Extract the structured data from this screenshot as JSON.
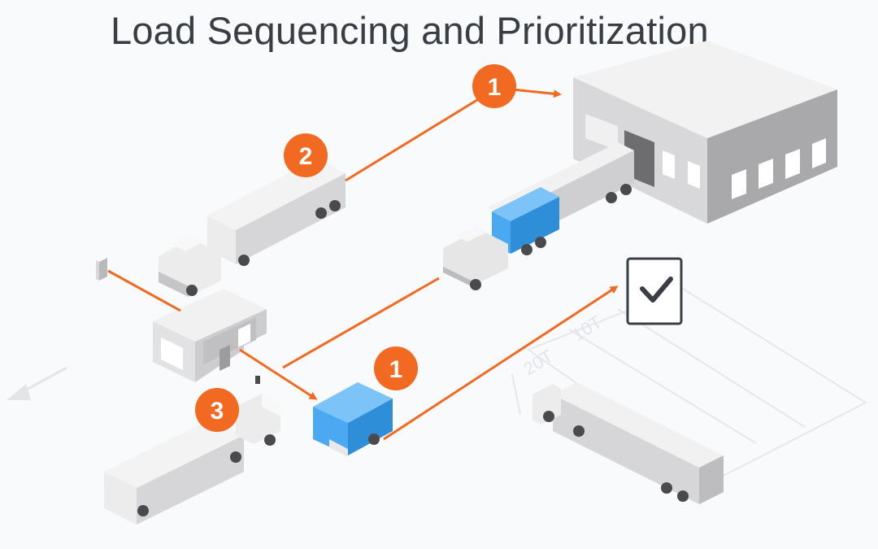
{
  "title": "Load Sequencing and Prioritization",
  "colors": {
    "accent_orange": "#f26a21",
    "load_blue": "#3fa9f5",
    "truck_gray": "#dcdcdc",
    "background": "#f9fafb"
  },
  "sequence_badges": [
    {
      "label": "1",
      "target": "warehouse-dock"
    },
    {
      "label": "2",
      "target": "top-left-truck"
    },
    {
      "label": "1",
      "target": "blue-cargo-load"
    },
    {
      "label": "3",
      "target": "bottom-left-truck"
    }
  ],
  "bay_labels": [
    "10T",
    "20T"
  ],
  "icons": [
    "arrow-icon",
    "checkbox-check-icon",
    "warehouse-icon",
    "truck-icon",
    "gatehouse-icon"
  ]
}
